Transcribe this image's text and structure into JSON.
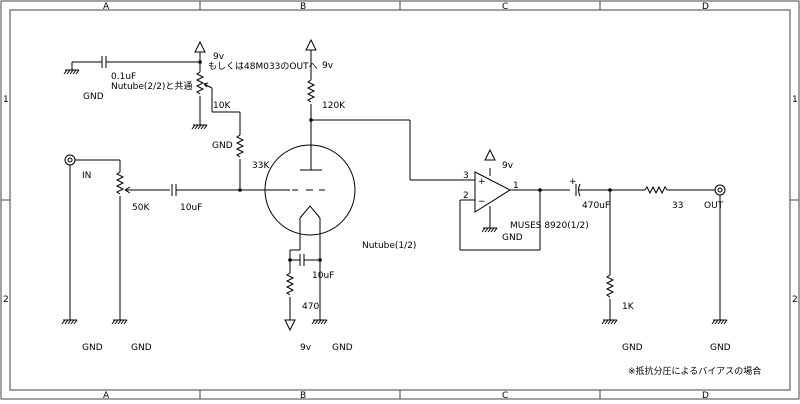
{
  "frame": {
    "col_labels": [
      "A",
      "B",
      "C",
      "D"
    ],
    "row_labels": [
      "1",
      "2"
    ]
  },
  "labels": {
    "gnd": "GND",
    "supply_9v": "9v",
    "alt_supply": "もしくは48M033のOUTへ",
    "cap_01u": "0.1uF",
    "shared_note": "Nutube(2/2)と共通",
    "r_10k": "10K",
    "r_120k": "120K",
    "r_33k": "33K",
    "in": "IN",
    "r_50k": "50K",
    "c_10u_in": "10uF",
    "c_10u_cath": "10uF",
    "r_470": "470",
    "tube": "Nutube(1/2)",
    "opamp_pin3": "3",
    "opamp_pin2": "2",
    "opamp_pin1": "1",
    "opamp_plus": "+",
    "opamp_minus": "−",
    "opamp_name": "MUSES 8920(1/2)",
    "c_470u": "470uF",
    "c_470u_plus": "+",
    "r_33": "33",
    "out": "OUT",
    "r_1k": "1K",
    "bias_note": "※抵抗分圧によるバイアスの場合"
  },
  "colors": {
    "line": "#000000",
    "frame": "#444444",
    "background": "#ffffff"
  },
  "icons": [
    "gnd-symbol",
    "supply-arrow",
    "jack-connector",
    "resistor",
    "capacitor",
    "potentiometer",
    "vacuum-tube",
    "op-amp"
  ]
}
